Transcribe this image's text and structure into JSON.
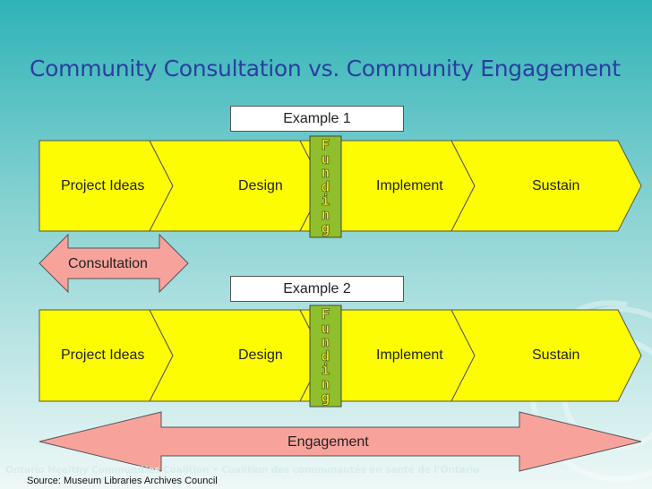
{
  "slide": {
    "title": "Community Consultation vs. Community Engagement",
    "footer": "Ontario Healthy Communities Coalition • Coalition des communautés en santé de l’Ontario",
    "source": "Source:  Museum Libraries Archives Council"
  },
  "example1": {
    "label": "Example 1",
    "stages": [
      "Project Ideas",
      "Design",
      "Implement",
      "Sustain"
    ],
    "funding": "Funding",
    "arrow_label": "Consultation"
  },
  "example2": {
    "label": "Example 2",
    "stages": [
      "Project Ideas",
      "Design",
      "Implement",
      "Sustain"
    ],
    "funding": "Funding",
    "arrow_label": "Engagement"
  },
  "colors": {
    "chevron_fill": "#fdfc03",
    "funding_fill": "#8fbf2c",
    "arrow_fill": "#f7a39c",
    "title": "#2b3ea0",
    "background_top": "#2fb3b7",
    "background_bottom": "#e6f4f3"
  }
}
